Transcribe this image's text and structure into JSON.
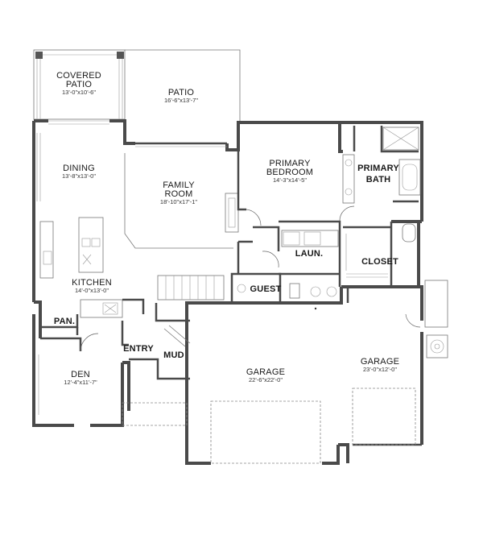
{
  "rooms": {
    "covered_patio": {
      "name_line1": "COVERED",
      "name_line2": "PATIO",
      "dims": "13'-0\"x10'-6\""
    },
    "patio": {
      "name": "PATIO",
      "dims": "16'-6\"x13'-7\""
    },
    "dining": {
      "name": "DINING",
      "dims": "13'-8\"x13'-0\""
    },
    "family_room": {
      "name_line1": "FAMILY",
      "name_line2": "ROOM",
      "dims": "18'-10\"x17'-1\""
    },
    "primary_bedroom": {
      "name_line1": "PRIMARY",
      "name_line2": "BEDROOM",
      "dims": "14'-3\"x14'-5\""
    },
    "primary_bath": {
      "name_line1": "PRIMARY",
      "name_line2": "BATH"
    },
    "kitchen": {
      "name": "KITCHEN",
      "dims": "14'-0\"x13'-0\""
    },
    "laundry": {
      "name": "LAUN."
    },
    "closet": {
      "name": "CLOSET"
    },
    "guest": {
      "name": "GUEST"
    },
    "pantry": {
      "name": "PAN."
    },
    "entry": {
      "name": "ENTRY"
    },
    "mud": {
      "name": "MUD"
    },
    "den": {
      "name": "DEN",
      "dims": "12'-4\"x11'-7\""
    },
    "garage_main": {
      "name": "GARAGE",
      "dims": "22'-6\"x22'-0\""
    },
    "garage_side": {
      "name": "GARAGE",
      "dims": "23'-0\"x12'-0\""
    }
  }
}
